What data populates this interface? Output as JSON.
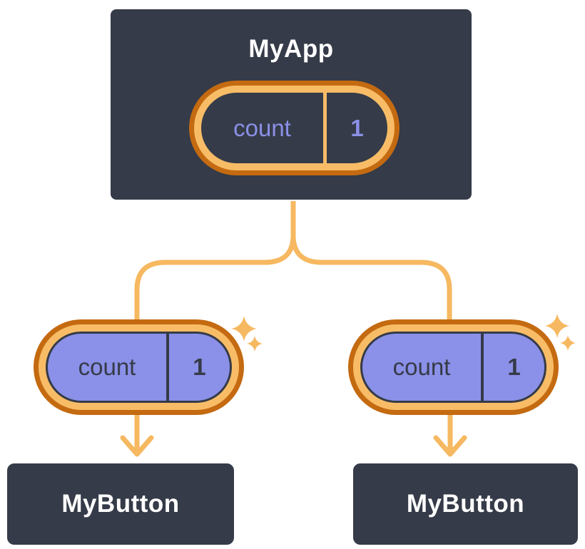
{
  "diagram": {
    "description": "React component tree passing state down as props",
    "parent": {
      "label": "MyApp",
      "pill": {
        "name": "count",
        "value": "1",
        "kind": "state"
      }
    },
    "children": [
      {
        "label": "MyButton",
        "pill": {
          "name": "count",
          "value": "1",
          "kind": "prop"
        }
      },
      {
        "label": "MyButton",
        "pill": {
          "name": "count",
          "value": "1",
          "kind": "prop"
        }
      }
    ],
    "icons": {
      "sparkle": "four-point-star",
      "arrow": "arrow-down"
    },
    "colors": {
      "background": "#ffffff",
      "node_background": "#353b48",
      "node_border": "#ffffff",
      "node_text": "#ffffff",
      "pill_ring_outer": "#c46a11",
      "pill_ring_inner": "#f8bc66",
      "state_pill_fill": "#353b48",
      "state_pill_text": "#8b90e8",
      "prop_pill_fill": "#8b90e8",
      "prop_pill_text": "#353b48",
      "connector": "#f6b860",
      "sparkle": "#f6b860"
    }
  }
}
